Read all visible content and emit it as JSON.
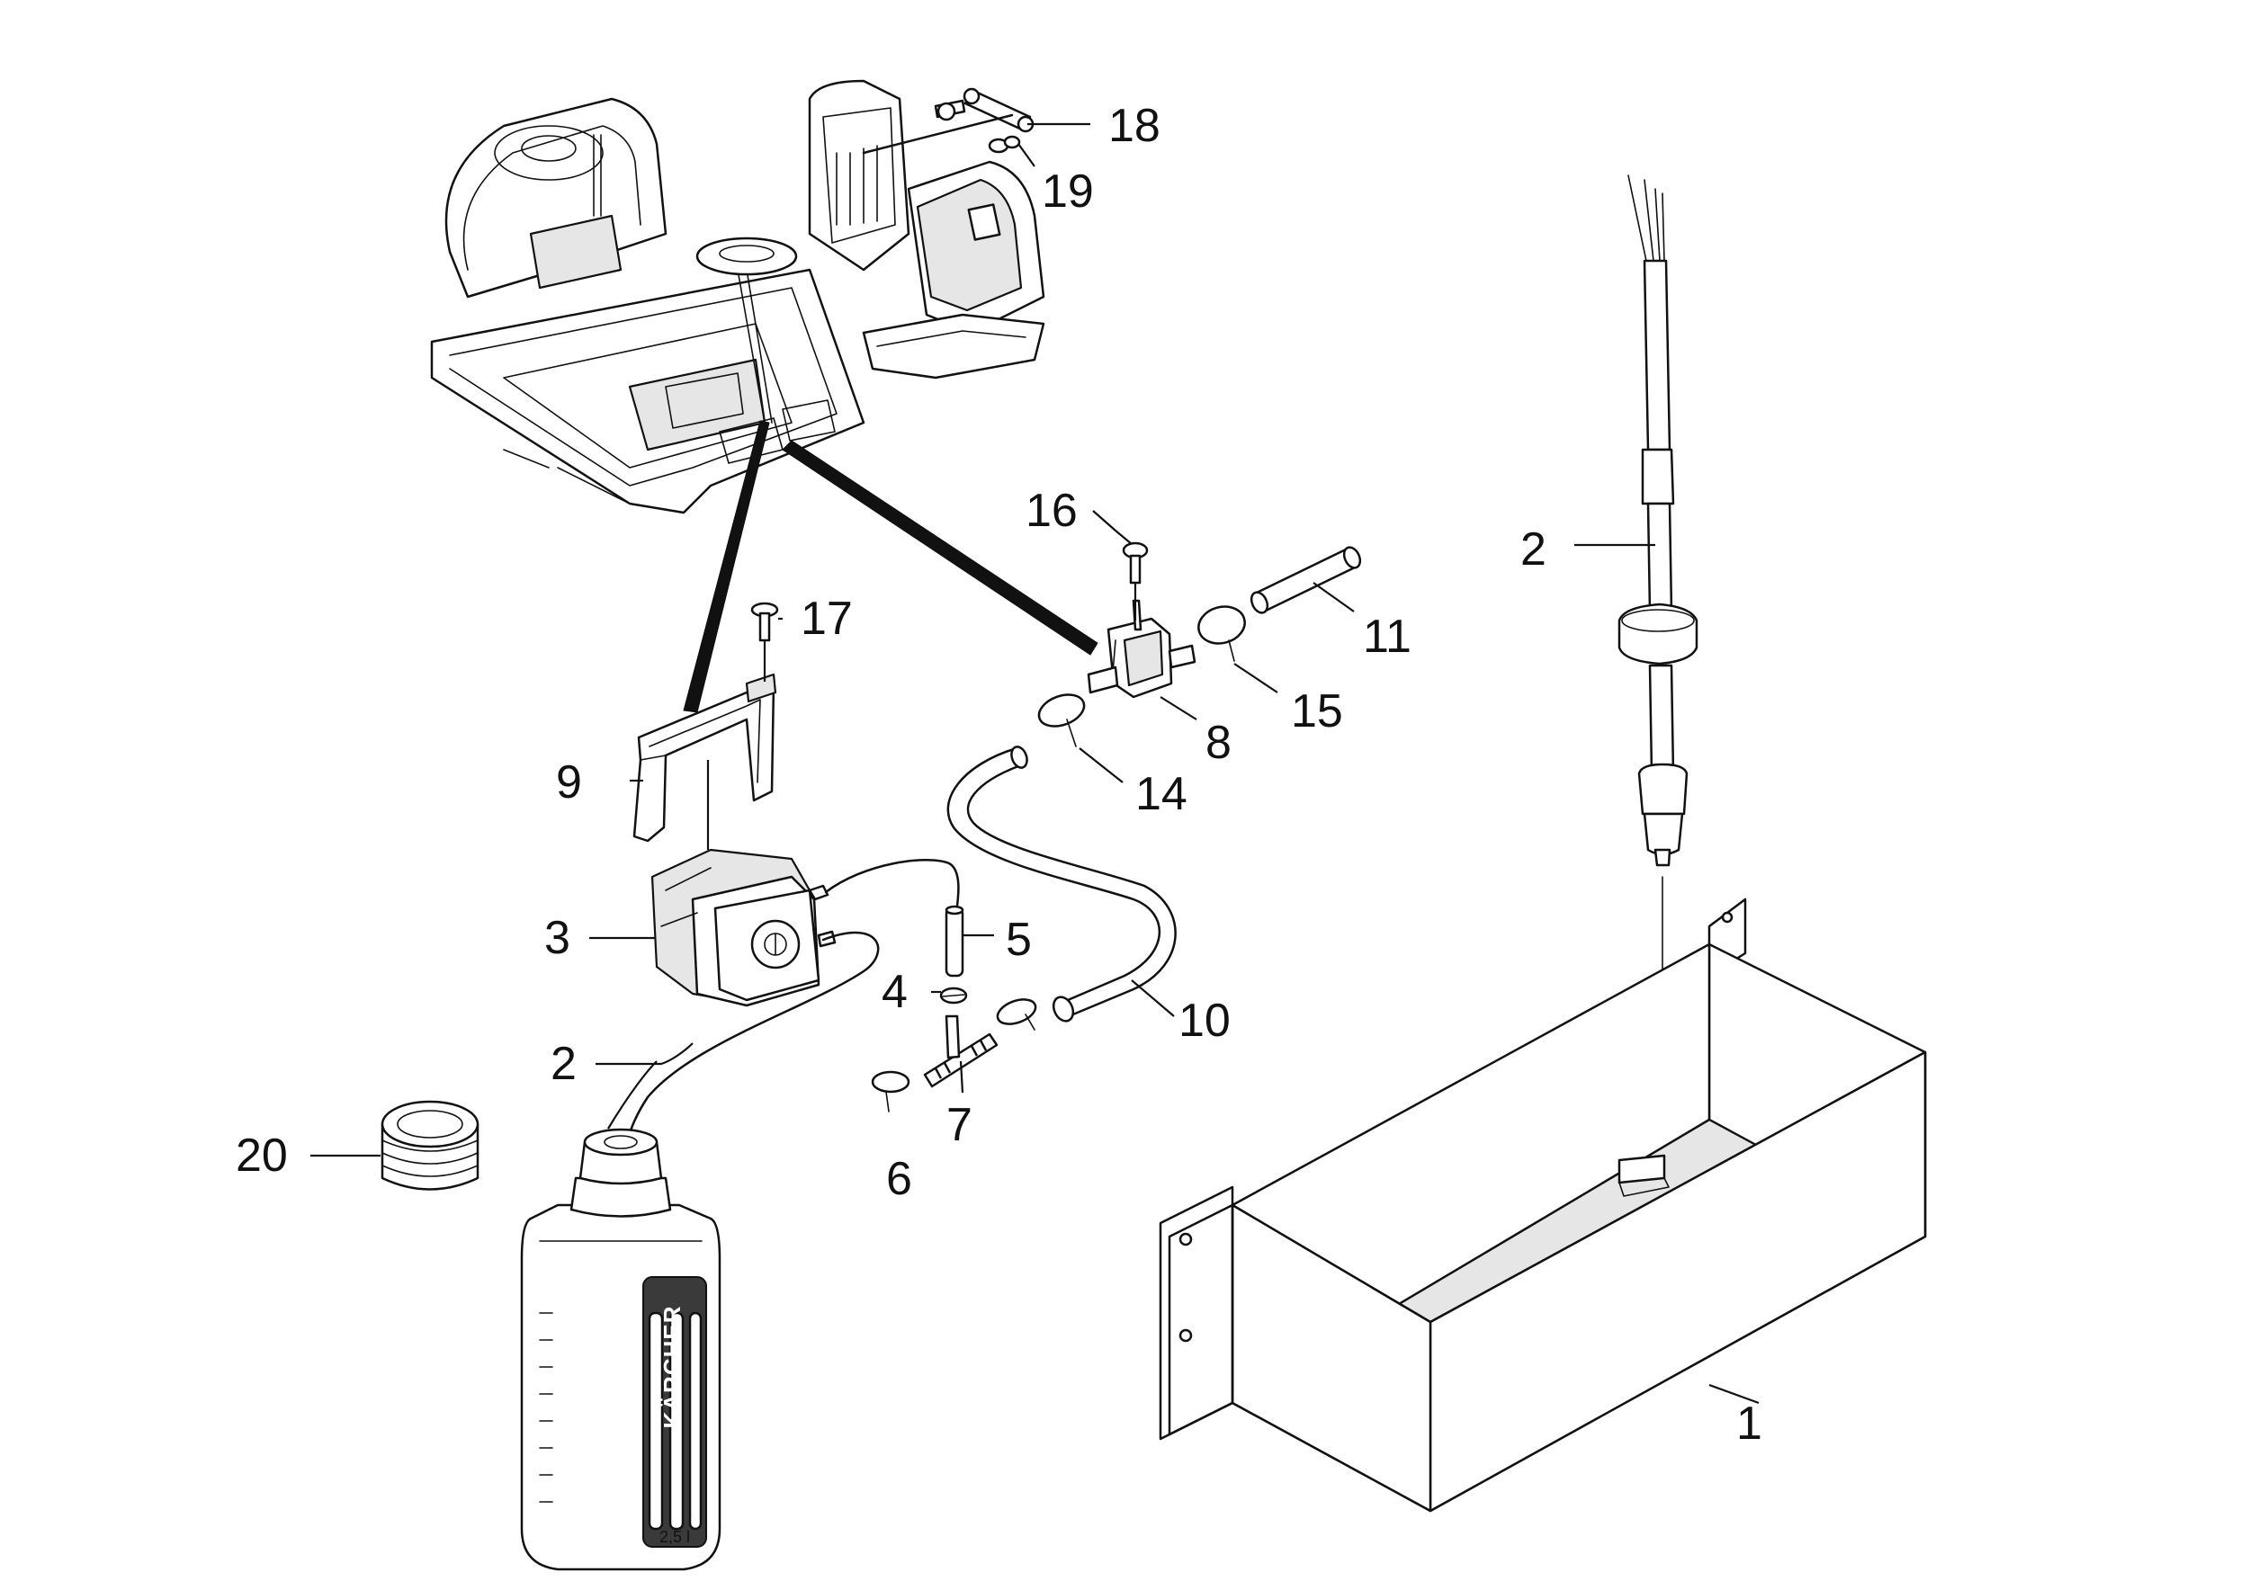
{
  "callouts": {
    "c1": "1",
    "c2_cable": "2",
    "c2_tube": "2",
    "c3": "3",
    "c4": "4",
    "c5": "5",
    "c6": "6",
    "c7": "7",
    "c8": "8",
    "c9": "9",
    "c10": "10",
    "c11": "11",
    "c14": "14",
    "c15": "15",
    "c16": "16",
    "c17": "17",
    "c18": "18",
    "c19": "19",
    "c20": "20"
  },
  "bottle": {
    "brand": "KÄRCHER",
    "volume": "2,5 l"
  }
}
